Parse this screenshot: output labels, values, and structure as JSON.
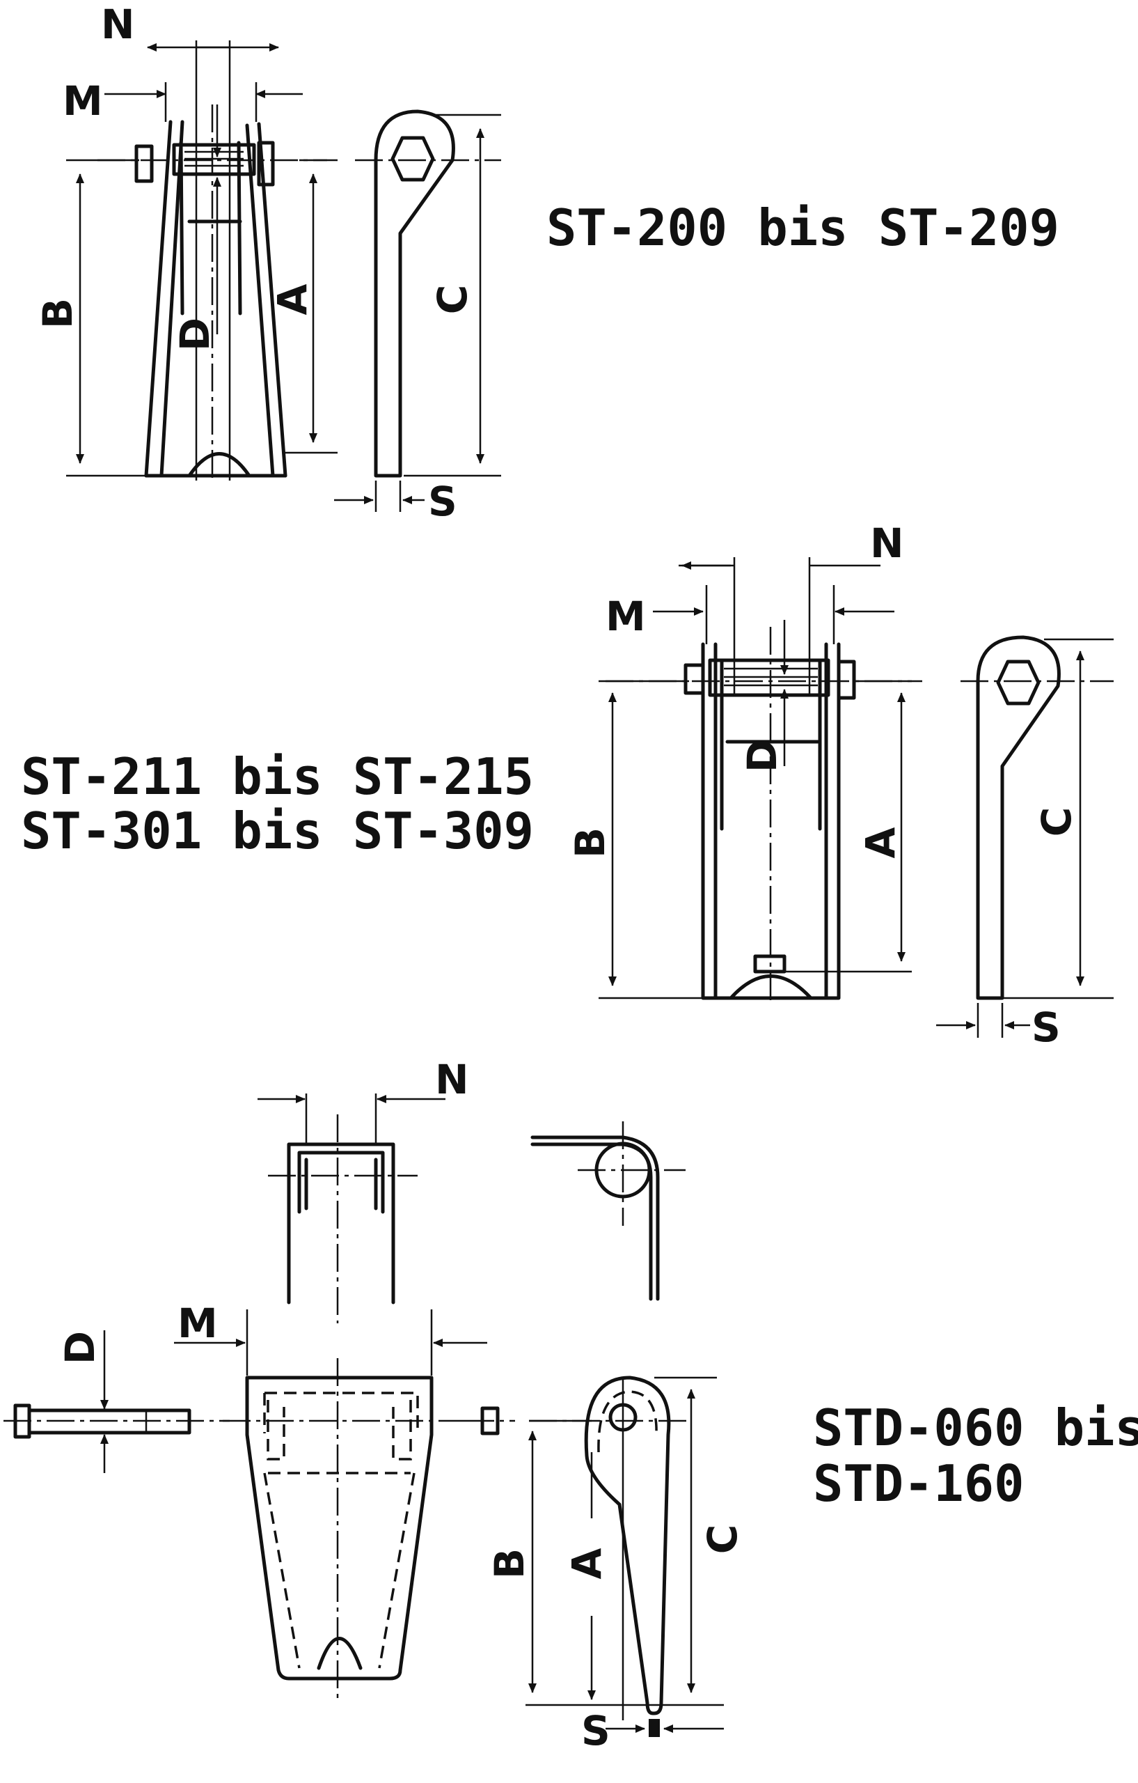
{
  "titles": {
    "group1": "ST-200 bis ST-209",
    "group2_line1": "ST-211 bis ST-215",
    "group2_line2": "ST-301 bis ST-309",
    "group3_line1": "STD-060 bis",
    "group3_line2": "STD-160"
  },
  "dimension_labels": {
    "N": "N",
    "M": "M",
    "D": "D",
    "B": "B",
    "A": "A",
    "C": "C",
    "S": "S"
  }
}
